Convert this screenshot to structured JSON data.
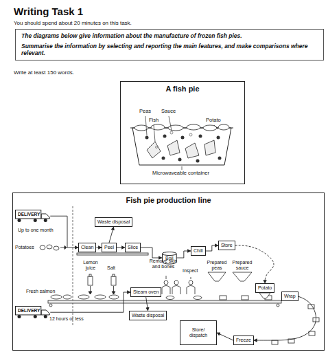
{
  "diagram": {
    "nodes": [
      {
        "text": [
          "The diagrams below give information about the manufacture of frozen fish pies.",
          "Summarise the information by selecting and reporting the main features, and make comparisons where relevant."
        ]
      },
      {
        "text": [
          "A fish pie"
        ]
      },
      {
        "text": [
          "Fish pie production line"
        ]
      },
      {
        "text": [
          "DELIVERY"
        ],
        "in": 2
      },
      {
        "text": [
          "Clean"
        ],
        "in": 2
      },
      {
        "text": [
          "Peel"
        ],
        "in": 2
      },
      {
        "text": [
          "Slice"
        ],
        "in": 2
      },
      {
        "text": [
          "Waste disposal"
        ],
        "in": 2
      },
      {
        "text": [
          "Boil"
        ],
        "in": 2
      },
      {
        "text": [
          "Chill"
        ],
        "in": 2
      },
      {
        "text": [
          "Store"
        ],
        "in": 2
      },
      {
        "text": [
          "Potato"
        ],
        "in": 2
      },
      {
        "text": [
          "DELIVERY"
        ],
        "in": 2
      },
      {
        "text": [
          "Steam oven"
        ],
        "in": 2
      },
      {
        "text": [
          "Waste disposal"
        ],
        "in": 2
      },
      {
        "text": [
          "Prepared peas"
        ],
        "in": 2
      },
      {
        "text": [
          "Prepared sauce"
        ],
        "in": 2
      },
      {
        "text": [
          "Wrap"
        ],
        "in": 2
      },
      {
        "text": [
          "Freeze"
        ],
        "in": 2
      },
      {
        "text": [
          "Store/ dispatch"
        ],
        "in": 2
      }
    ],
    "edges": [
      {
        "from": 3,
        "to": 4,
        "arrow": "to"
      },
      {
        "from": 4,
        "to": 5,
        "arrow": "to"
      },
      {
        "from": 5,
        "to": 6,
        "arrow": "to"
      },
      {
        "from": 5,
        "to": 7,
        "arrow": "to"
      },
      {
        "from": 6,
        "to": 8,
        "arrow": "to"
      },
      {
        "from": 8,
        "to": 9,
        "arrow": "to"
      },
      {
        "from": 9,
        "to": 10,
        "arrow": "to"
      },
      {
        "from": 10,
        "to": 11,
        "arrow": "to"
      },
      {
        "from": 12,
        "to": 13,
        "arrow": "to"
      },
      {
        "from": 13,
        "to": 14,
        "arrow": "to"
      },
      {
        "from": 17,
        "to": 18,
        "arrow": "to"
      },
      {
        "from": 18,
        "to": 19,
        "arrow": "to"
      }
    ],
    "labels": [
      "Writing Task 1",
      "You should spend about 20 minutes on this task.",
      "Write at least 150 words.",
      "Peas",
      "Sauce",
      "Fish",
      "Potato",
      "Microwaveable container",
      "Up to one month",
      "Potatoes",
      "Lemon juice",
      "Salt",
      "Remove skin and bones",
      "Inspect",
      "Fresh salmon",
      "12 hours or less"
    ]
  }
}
